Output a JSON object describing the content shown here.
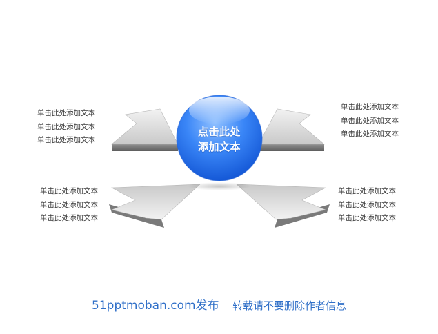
{
  "center": {
    "line1": "点击此处",
    "line2": "添加文本"
  },
  "labels": {
    "top_left": [
      "单击此处添加文本",
      "单击此处添加文本",
      "单击此处添加文本"
    ],
    "top_right": [
      "单击此处添加文本",
      "单击此处添加文本",
      "单击此处添加文本"
    ],
    "bottom_left": [
      "单击此处添加文本",
      "单击此处添加文本",
      "单击此处添加文本"
    ],
    "bottom_right": [
      "单击此处添加文本",
      "单击此处添加文本",
      "单击此处添加文本"
    ]
  },
  "footer": {
    "site": "51pptmoban.com发布",
    "notice": "转载请不要删除作者信息"
  },
  "colors": {
    "sphere": "#2f7ff5",
    "arrow": "#c8c8c8",
    "label_text": "#3a3a3a",
    "footer_text": "#2f6fc8"
  },
  "icons": {
    "arrows": [
      "arrow-top-left-icon",
      "arrow-top-right-icon",
      "arrow-bottom-left-icon",
      "arrow-bottom-right-icon"
    ],
    "center": "sphere-icon"
  }
}
